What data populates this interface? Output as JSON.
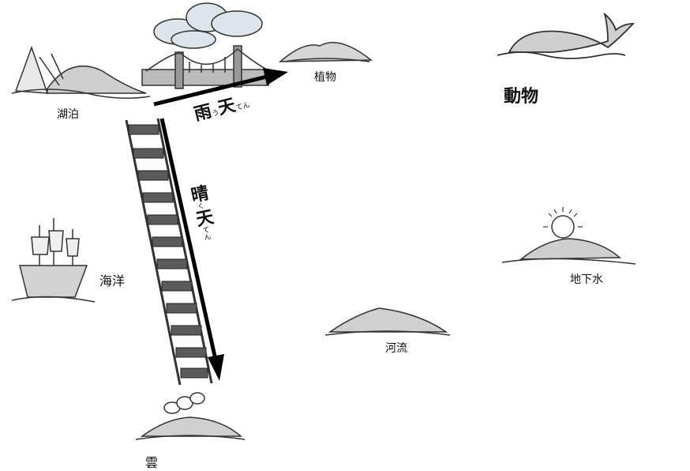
{
  "nodes": {
    "lake": "湖泊",
    "plants": "植物",
    "animals": "動物",
    "ocean": "海洋",
    "groundwater": "地下水",
    "river": "河流",
    "cloud": "雲"
  },
  "arrows": {
    "rainy": {
      "word": "雨",
      "ruby1": "う",
      "word2": "天",
      "ruby2": "てん"
    },
    "sunny": {
      "word": "晴",
      "ruby1": "く",
      "word2": "天",
      "ruby2": "てん"
    }
  },
  "colors": {
    "ink": "#111111",
    "ladder_step": "#555555",
    "cloud_fill": "#dde4ea"
  }
}
